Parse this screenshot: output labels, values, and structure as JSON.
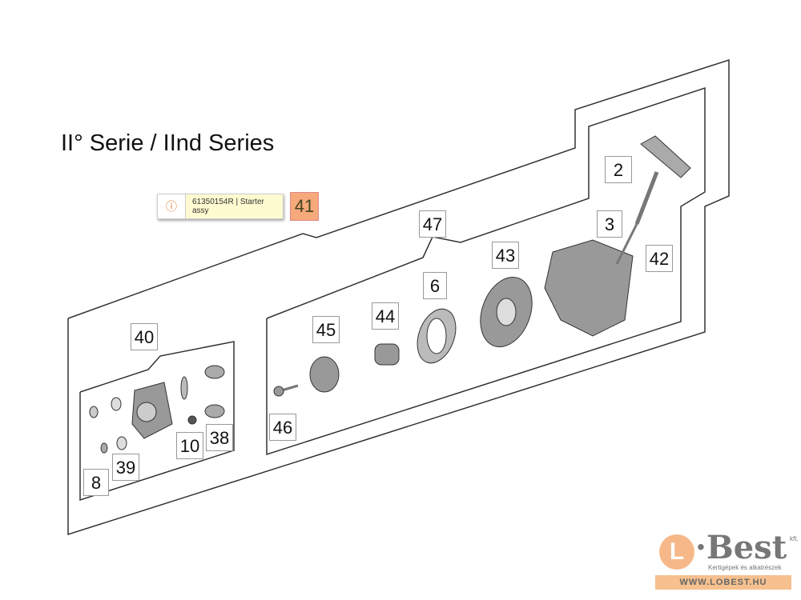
{
  "title": "II° Serie / IInd Series",
  "tooltip": {
    "icon": "info-icon",
    "text": "61350154R | Starter assy"
  },
  "highlighted_label": "41",
  "labels": [
    "2",
    "3",
    "42",
    "47",
    "43",
    "6",
    "44",
    "45",
    "40",
    "46",
    "10",
    "38",
    "8",
    "39"
  ],
  "logo": {
    "brand": "L·Best",
    "suffix": "kft.",
    "tagline": "Kertigépek és alkatrészek",
    "url": "WWW.LOBEST.HU"
  }
}
